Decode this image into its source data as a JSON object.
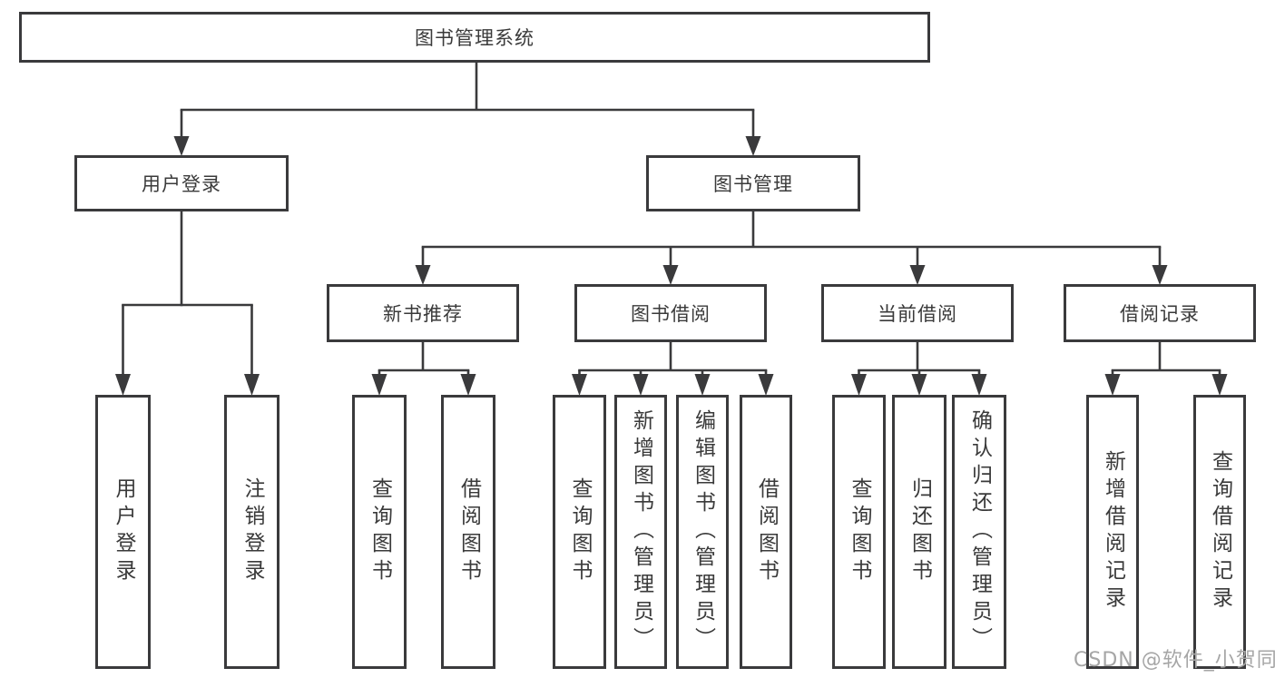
{
  "root": {
    "label": "图书管理系统"
  },
  "branches": [
    {
      "label": "用户登录",
      "children": [
        {
          "label": "用户登录"
        },
        {
          "label": "注销登录"
        }
      ]
    },
    {
      "label": "图书管理",
      "groups": [
        {
          "label": "新书推荐",
          "children": [
            {
              "label": "查询图书"
            },
            {
              "label": "借阅图书"
            }
          ]
        },
        {
          "label": "图书借阅",
          "children": [
            {
              "label": "查询图书"
            },
            {
              "label": "新增图书（管理员）"
            },
            {
              "label": "编辑图书（管理员）"
            },
            {
              "label": "借阅图书"
            }
          ]
        },
        {
          "label": "当前借阅",
          "children": [
            {
              "label": "查询图书"
            },
            {
              "label": "归还图书"
            },
            {
              "label": "确认归还（管理员）"
            }
          ]
        },
        {
          "label": "借阅记录",
          "children": [
            {
              "label": "新增借阅记录"
            },
            {
              "label": "查询借阅记录"
            }
          ]
        }
      ]
    }
  ],
  "watermark": {
    "text": "CSDN @软件_小贺同学"
  },
  "colors": {
    "line": "#3a3a3c",
    "text": "#3a3a3a",
    "watermark": "#a6a6a6"
  }
}
